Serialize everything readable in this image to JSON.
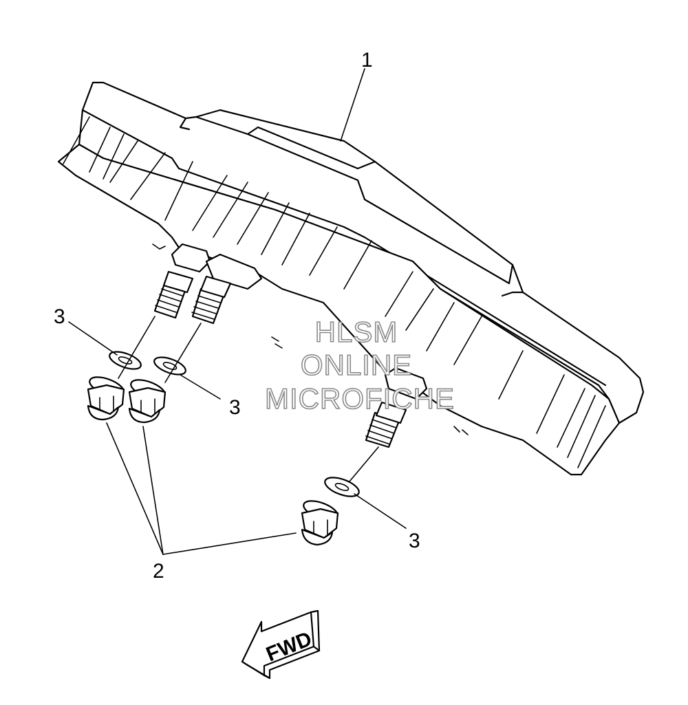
{
  "callouts": {
    "part_1": "1",
    "part_2": "2",
    "part_3_left": "3",
    "part_3_middle": "3",
    "part_3_right": "3"
  },
  "watermark": {
    "line1": "HLSM",
    "line2": "ONLINE",
    "line3": "MICROFICHE"
  },
  "direction_arrow": {
    "label": "FWD"
  }
}
